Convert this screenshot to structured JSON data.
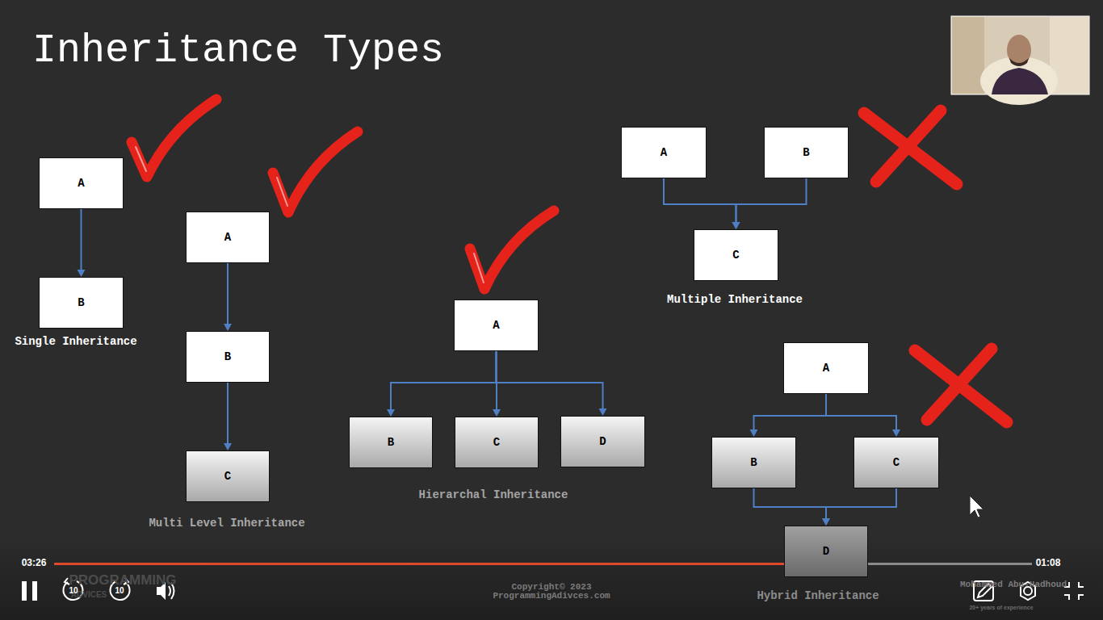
{
  "diagram": {
    "title": "Inheritance Types",
    "nodes": [
      {
        "text": [
          "A"
        ]
      },
      {
        "text": [
          "B"
        ]
      },
      {
        "text": [
          "A"
        ]
      },
      {
        "text": [
          "B"
        ]
      },
      {
        "text": [
          "C"
        ]
      },
      {
        "text": [
          "A"
        ]
      },
      {
        "text": [
          "B"
        ]
      },
      {
        "text": [
          "C"
        ]
      },
      {
        "text": [
          "D"
        ]
      },
      {
        "text": [
          "A"
        ]
      },
      {
        "text": [
          "B"
        ]
      },
      {
        "text": [
          "C"
        ]
      },
      {
        "text": [
          "A"
        ]
      },
      {
        "text": [
          "B"
        ]
      },
      {
        "text": [
          "C"
        ]
      },
      {
        "text": [
          "D"
        ]
      }
    ],
    "edges": [
      {
        "from": 0,
        "to": 1,
        "arrow": "to"
      },
      {
        "from": 2,
        "to": 3,
        "arrow": "to"
      },
      {
        "from": 3,
        "to": 4,
        "arrow": "to"
      },
      {
        "from": 5,
        "to": 6,
        "arrow": "to"
      },
      {
        "from": 5,
        "to": 7,
        "arrow": "to"
      },
      {
        "from": 5,
        "to": 8,
        "arrow": "to"
      },
      {
        "from": 9,
        "to": 11,
        "arrow": "to"
      },
      {
        "from": 10,
        "to": 11,
        "arrow": "to"
      },
      {
        "from": 12,
        "to": 13,
        "arrow": "to"
      },
      {
        "from": 12,
        "to": 14,
        "arrow": "to"
      },
      {
        "from": 13,
        "to": 15,
        "arrow": "to"
      },
      {
        "from": 14,
        "to": 15,
        "arrow": "to"
      }
    ],
    "labels": [
      "Single Inheritance",
      "Multi Level Inheritance",
      "Hierarchal Inheritance",
      "Multiple Inheritance",
      "Hybrid Inheritance",
      "Copyright© 2023",
      "ProgrammingAdivces.com",
      "Mohammed Abu-Hadhoud",
      "20+ years of experience",
      "PROGRAMMING",
      "ADVICES",
      "03:26",
      "01:08",
      "10",
      "10"
    ]
  }
}
